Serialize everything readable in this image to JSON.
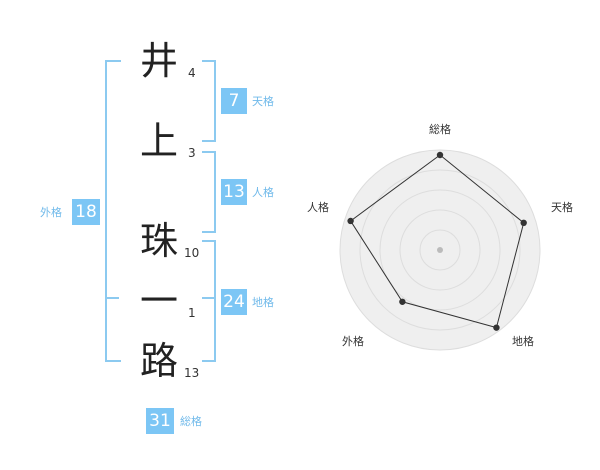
{
  "name": {
    "chars": [
      {
        "char": "井",
        "strokes": "4"
      },
      {
        "char": "上",
        "strokes": "3"
      },
      {
        "char": "珠",
        "strokes": "10"
      },
      {
        "char": "一",
        "strokes": "1"
      },
      {
        "char": "路",
        "strokes": "13"
      }
    ]
  },
  "kakusu": {
    "tenkaku": {
      "value": "7",
      "label": "天格"
    },
    "jinkaku": {
      "value": "13",
      "label": "人格"
    },
    "chikaku": {
      "value": "24",
      "label": "地格"
    },
    "gaikaku": {
      "value": "18",
      "label": "外格"
    },
    "soukaku": {
      "value": "31",
      "label": "総格"
    }
  },
  "radar": {
    "axes": [
      "総格",
      "天格",
      "地格",
      "外格",
      "人格"
    ],
    "levels": 5,
    "values": [
      4.75,
      4.4,
      4.8,
      3.2,
      4.7
    ],
    "max": 5,
    "colors": {
      "fill": "#efefef",
      "grid": "#dddddd",
      "line": "#333333",
      "point": "#333333",
      "center": "#bbbbbb"
    }
  }
}
